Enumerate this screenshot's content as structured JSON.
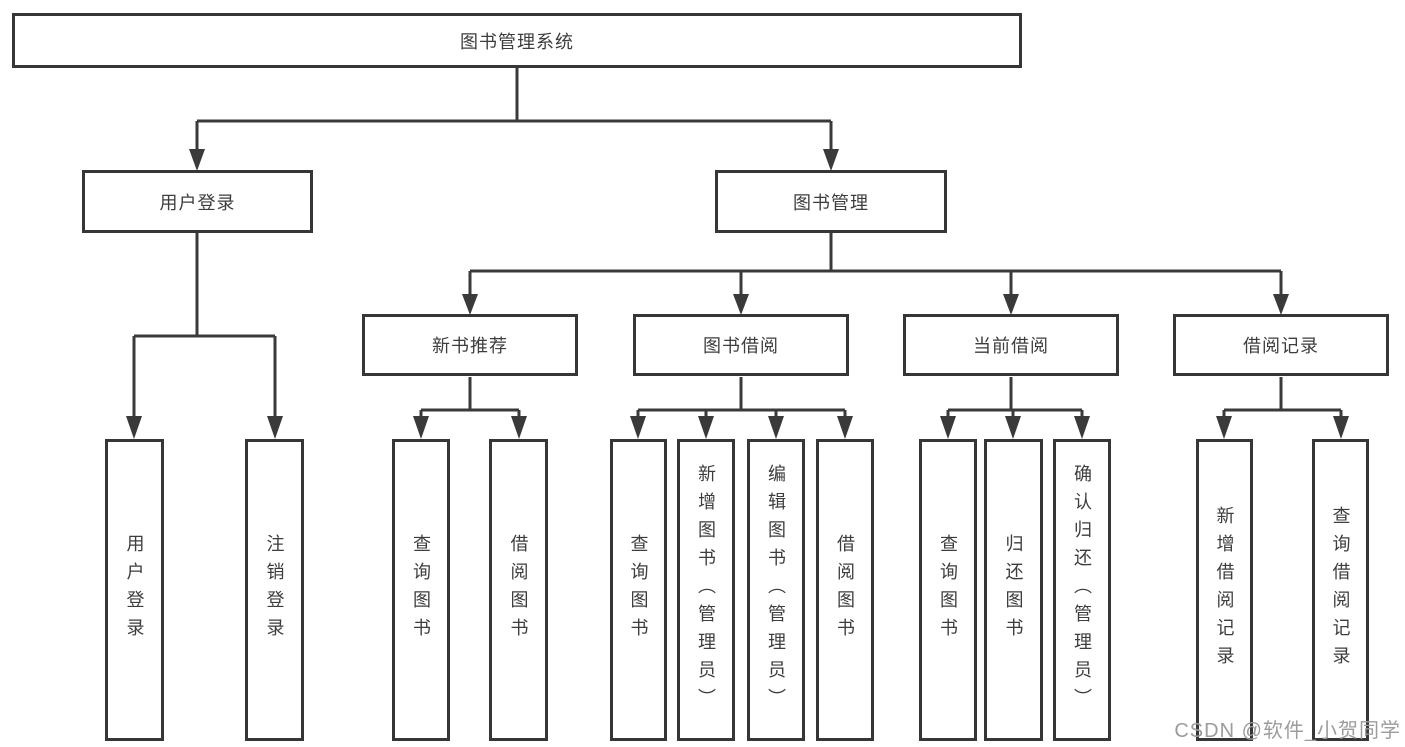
{
  "diagram": {
    "root": {
      "label": "图书管理系统"
    },
    "branches": [
      {
        "label": "用户登录",
        "children": [
          {
            "label": "用户登录"
          },
          {
            "label": "注销登录"
          }
        ]
      },
      {
        "label": "图书管理",
        "children": [
          {
            "label": "新书推荐",
            "children": [
              {
                "label": "查询图书"
              },
              {
                "label": "借阅图书"
              }
            ]
          },
          {
            "label": "图书借阅",
            "children": [
              {
                "label": "查询图书"
              },
              {
                "label": "新增图书（管理员）"
              },
              {
                "label": "编辑图书（管理员）"
              },
              {
                "label": "借阅图书"
              }
            ]
          },
          {
            "label": "当前借阅",
            "children": [
              {
                "label": "查询图书"
              },
              {
                "label": "归还图书"
              },
              {
                "label": "确认归还（管理员）"
              }
            ]
          },
          {
            "label": "借阅记录",
            "children": [
              {
                "label": "新增借阅记录"
              },
              {
                "label": "查询借阅记录"
              }
            ]
          }
        ]
      }
    ]
  },
  "watermark": {
    "text": "CSDN @软件_小贺同学"
  },
  "colors": {
    "line": "#3a3a3a",
    "box_border": "#363636",
    "text": "#3d3d3d",
    "watermark": "#9c9c9c",
    "background": "#ffffff"
  }
}
